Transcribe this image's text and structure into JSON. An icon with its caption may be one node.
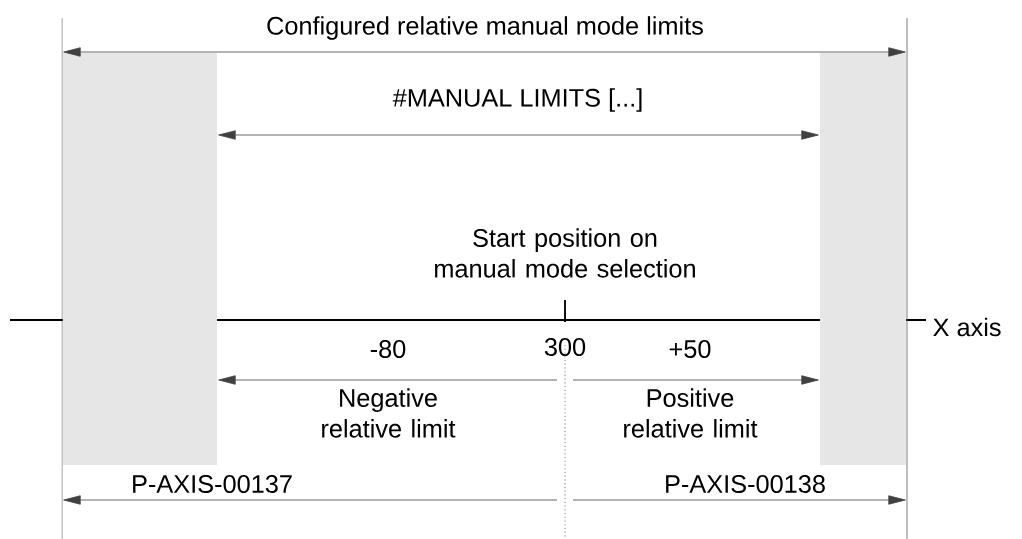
{
  "diagram": {
    "labels": [
      "Configured relative manual mode limits",
      "#MANUAL LIMITS [...]",
      "Start position on manual mode selection",
      "-80",
      "300",
      "+50",
      "X axis",
      "Negative relative limit",
      "Positive relative limit",
      "P-AXIS-00137",
      "P-AXIS-00138"
    ]
  }
}
